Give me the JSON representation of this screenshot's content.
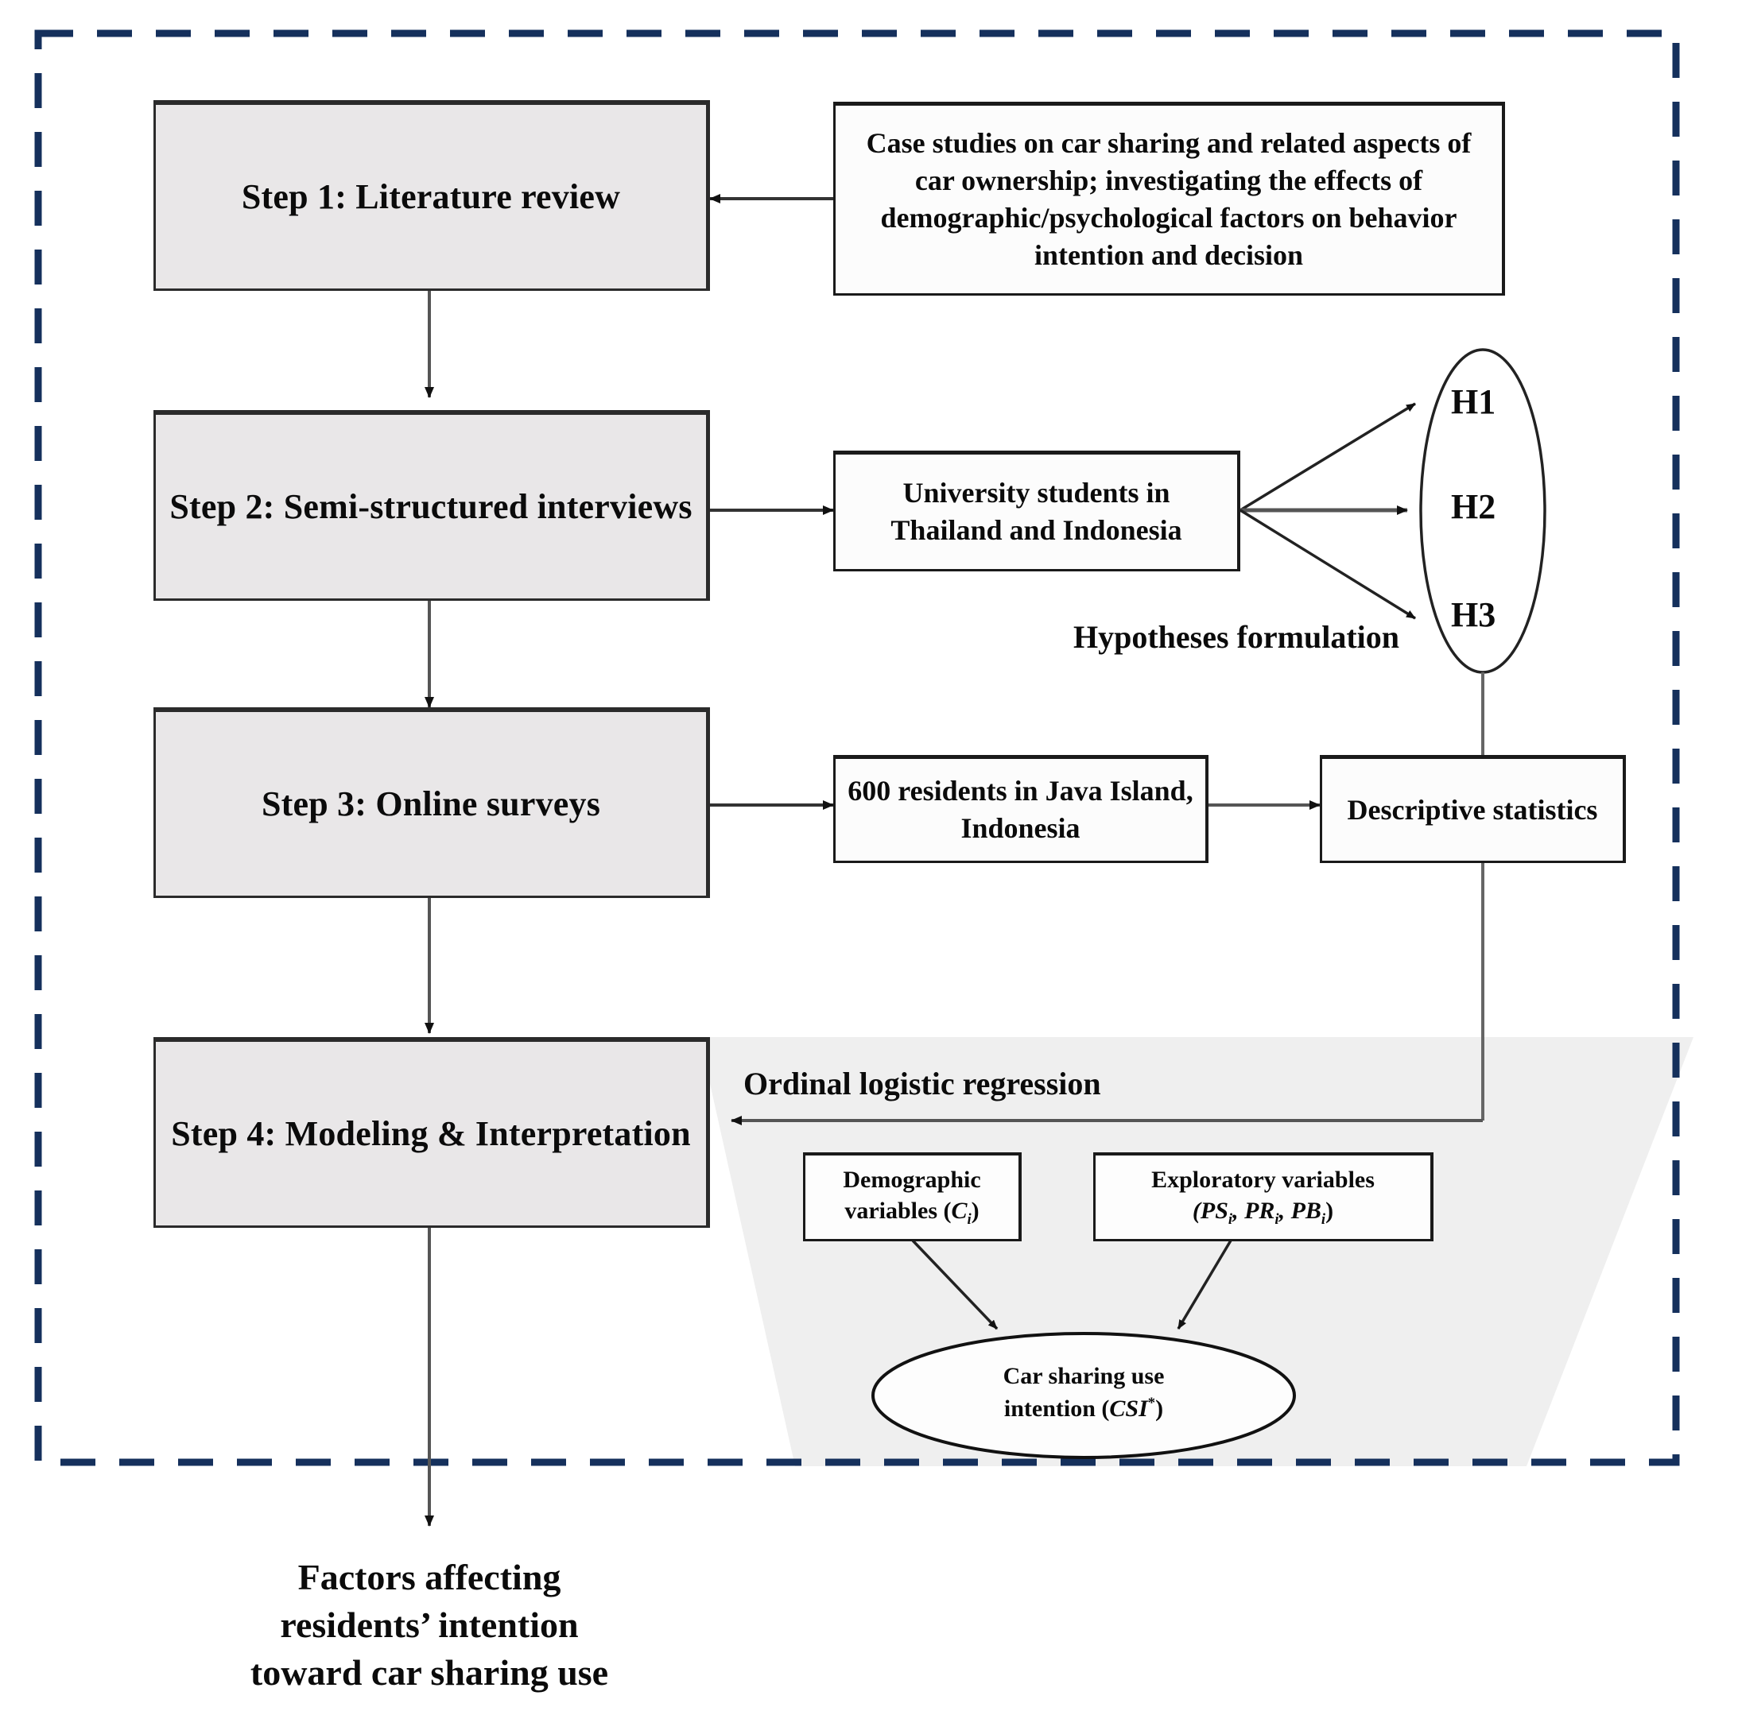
{
  "figure": {
    "title": "Research methodology flowchart for car sharing use intention study",
    "border_color": "#15305c",
    "step_fill": "#e9e7e8",
    "trapezoid_fill": "#efefef"
  },
  "steps": [
    {
      "id": "step1",
      "label": "Step 1: Literature review"
    },
    {
      "id": "step2",
      "label": "Step 2: Semi-structured interviews"
    },
    {
      "id": "step3",
      "label": "Step 3: Online surveys"
    },
    {
      "id": "step4",
      "label": "Step 4: Modeling & Interpretation"
    }
  ],
  "side_boxes": {
    "case_studies": "Case studies on car sharing and related aspects of car ownership; investigating the effects of demographic/psychological factors on behavior intention and decision",
    "university_students": "University students in Thailand and Indonesia",
    "survey_residents": "600 residents in Java Island, Indonesia",
    "descriptive_statistics": "Descriptive statistics"
  },
  "hypotheses": {
    "caption": "Hypotheses formulation",
    "items": [
      "H1",
      "H2",
      "H3"
    ]
  },
  "model": {
    "regression_label": "Ordinal logistic regression",
    "demographic_box": {
      "line1": "Demographic",
      "line2_prefix": "variables (",
      "line2_var": "C",
      "line2_sub": "i",
      "line2_suffix": ")"
    },
    "exploratory_box": {
      "line1": "Exploratory variables",
      "line2": "(PS",
      "sub1": "i",
      "mid1": ", PR",
      "sub2": "i",
      "mid2": ", PB",
      "sub3": "i",
      "line2_end": ")"
    },
    "outcome_ellipse": {
      "line1": "Car sharing use",
      "line2_prefix": "intention (",
      "line2_var": "CSI",
      "line2_star": "*",
      "line2_suffix": ")"
    }
  },
  "outcome": {
    "line1": "Factors affecting",
    "line2": "residents’ intention",
    "line3": "toward car sharing use"
  }
}
